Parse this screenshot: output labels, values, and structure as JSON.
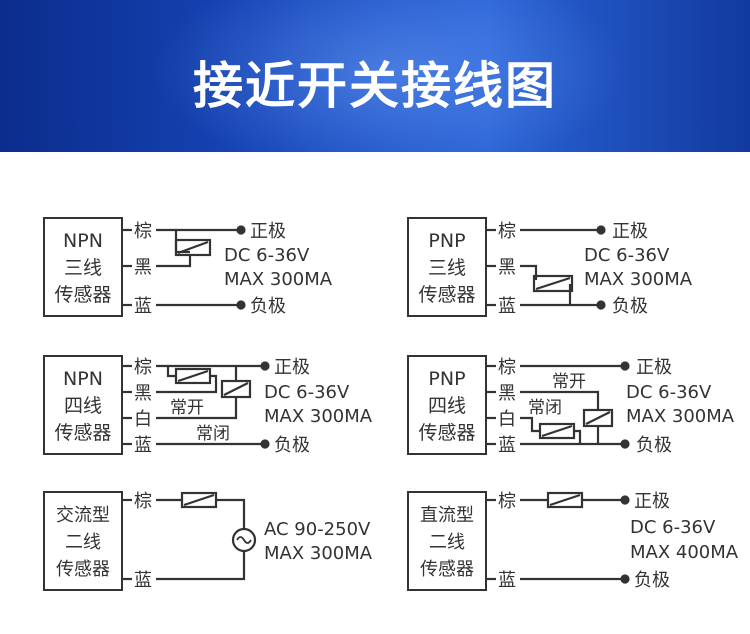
{
  "header": {
    "title": "接近开关接线图"
  },
  "labels": {
    "brown": "棕",
    "black": "黑",
    "white": "白",
    "blue": "蓝",
    "positive": "正极",
    "negative": "负极",
    "no": "常开",
    "nc": "常闭"
  },
  "diagrams": {
    "npn3": {
      "name": [
        "NPN",
        "三线",
        "传感器"
      ],
      "rating": [
        "DC 6-36V",
        "MAX 300MA"
      ]
    },
    "pnp3": {
      "name": [
        "PNP",
        "三线",
        "传感器"
      ],
      "rating": [
        "DC 6-36V",
        "MAX 300MA"
      ]
    },
    "npn4": {
      "name": [
        "NPN",
        "四线",
        "传感器"
      ],
      "rating": [
        "DC 6-36V",
        "MAX 300MA"
      ]
    },
    "pnp4": {
      "name": [
        "PNP",
        "四线",
        "传感器"
      ],
      "rating": [
        "DC 6-36V",
        "MAX 300MA"
      ]
    },
    "ac2": {
      "name": [
        "交流型",
        "二线",
        "传感器"
      ],
      "rating": [
        "AC 90-250V",
        "MAX 300MA"
      ]
    },
    "dc2": {
      "name": [
        "直流型",
        "二线",
        "传感器"
      ],
      "rating": [
        "DC 6-36V",
        "MAX 400MA"
      ]
    }
  },
  "icons": {
    "coil": "relay-coil-icon",
    "terminal": "terminal-dot-icon",
    "ac_source": "ac-source-icon"
  },
  "colors": {
    "header_dark": "#0b2c8c",
    "header_light": "#2a63d6",
    "line": "#333333"
  }
}
